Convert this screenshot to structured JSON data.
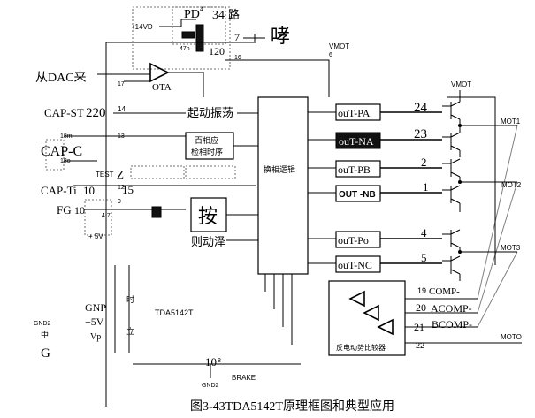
{
  "power": {
    "v14": "+14VD",
    "vmot": "VMOT",
    "vmot_right": "VMOT",
    "v5": "+ 5V",
    "v5b": "+5V",
    "vp": "Vp"
  },
  "top": {
    "pd": "PD",
    "pd_pin": "4",
    "num34": "34",
    "lu": "路",
    "n7": "7",
    "n120": "120",
    "n16": "16",
    "xiao": "哮",
    "n6": "6",
    "n47": "47n"
  },
  "left": {
    "dac": "从DAC来",
    "n17": "17",
    "ota": "OTA",
    "capst": "CAP-ST",
    "capst_n": "220",
    "p14": "14",
    "capc": "CAP-C",
    "n18m": "18m",
    "n13": "13",
    "n18o": "18o",
    "test": "TEST",
    "z": "Z",
    "n12": "12",
    "capti": "CAP-Ti",
    "capti_n": "10",
    "p15": "15",
    "fg": "FG",
    "p9": "9",
    "n47b": "4.7",
    "gnp": "GNP",
    "gnd2_left": "GND2",
    "gnd2_sym": "中",
    "g": "G"
  },
  "blocks": {
    "qidong": "起动振荡",
    "baihu": "百相应",
    "jiance": "检相时序",
    "an": "按",
    "zedong": "则动泽",
    "logic": "换相逻辑",
    "emf": "反电动势比较器",
    "chip": "TDA5142T",
    "li": "立",
    "hz": "时"
  },
  "outputs": [
    {
      "label": "ouT-PA",
      "pin": "24"
    },
    {
      "label": "ouT-NA",
      "pin": "23"
    },
    {
      "label": "ouT-PB",
      "pin": "2"
    },
    {
      "label": "OUT -NB",
      "pin": "1"
    },
    {
      "label": "ouT-Po",
      "pin": "4"
    },
    {
      "label": "ouT-NC",
      "pin": "5"
    }
  ],
  "comp": [
    {
      "pin": "19",
      "label": "COMP-"
    },
    {
      "pin": "20",
      "label": "ACOMP-"
    },
    {
      "pin": "21",
      "label": "BCOMP-"
    },
    {
      "pin": "22",
      "label": ""
    }
  ],
  "motors": {
    "mot1": "MOT1",
    "mot2": "MOT2",
    "mot3": "MOT3",
    "moto": "MOTO"
  },
  "bottom": {
    "p10": "10",
    "p8": "8",
    "brake": "BRAKE",
    "gnd2": "GND2"
  },
  "caption": "图3-43TDA5142T原理框图和典型应用"
}
